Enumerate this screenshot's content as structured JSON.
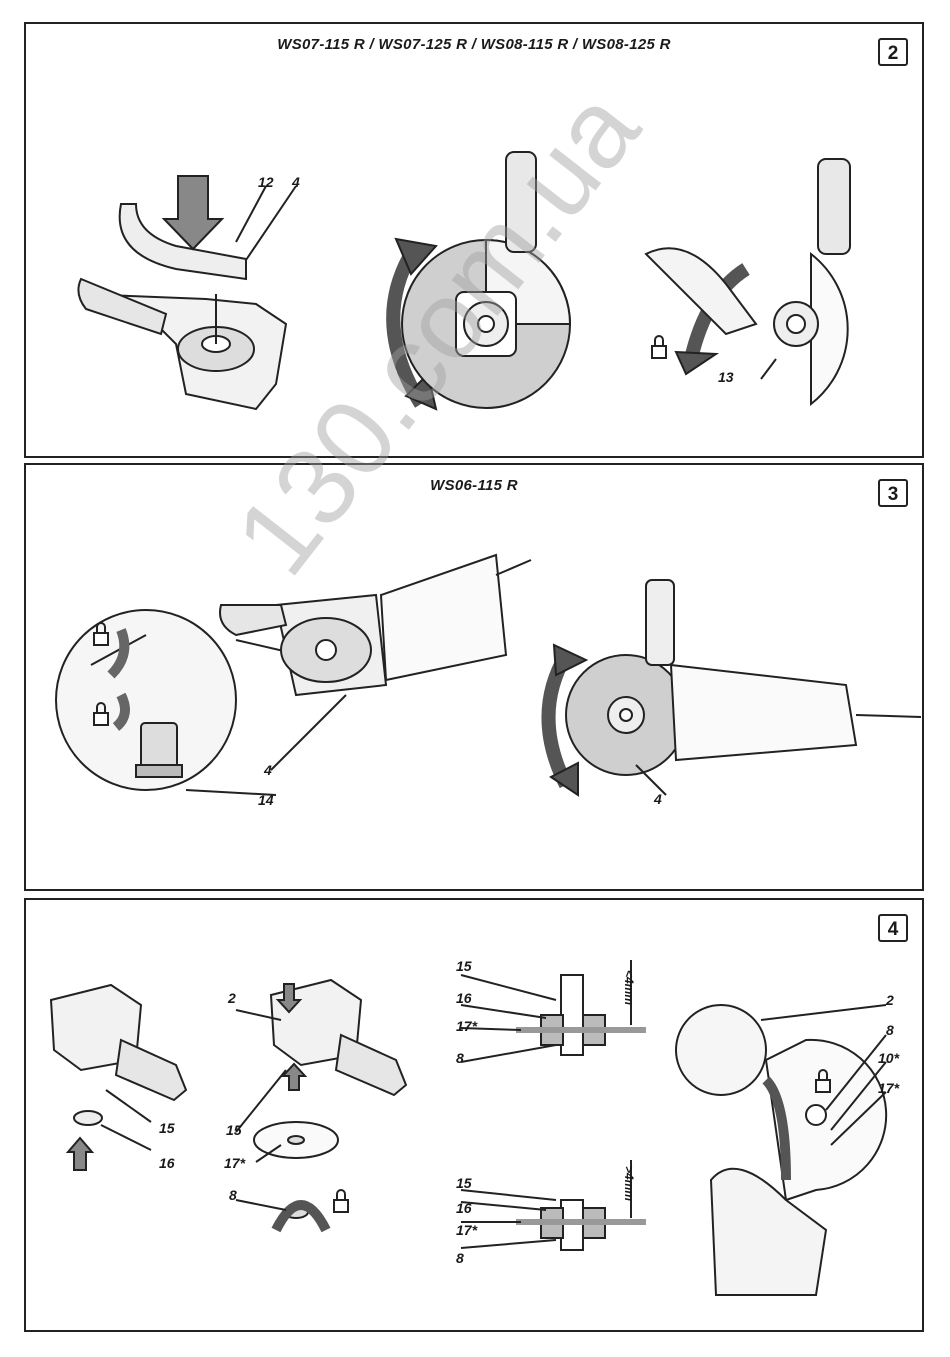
{
  "panels": [
    {
      "title": "WS07-115 R / WS07-125 R / WS08-115 R / WS08-125 R",
      "number": "2",
      "labels": [
        "12",
        "4",
        "13"
      ]
    },
    {
      "title": "WS06-115 R",
      "number": "3",
      "labels": [
        "4",
        "14",
        "4"
      ]
    },
    {
      "title": "",
      "number": "4",
      "labels": [
        "15",
        "16",
        "2",
        "15",
        "17*",
        "8",
        "15",
        "16",
        "17*",
        "8",
        "15",
        "16",
        "17*",
        "8",
        "2",
        "8",
        "10*",
        "17*"
      ],
      "dimensions": [
        "<4mm",
        ">4mm"
      ]
    }
  ],
  "watermark": "130.com.ua"
}
